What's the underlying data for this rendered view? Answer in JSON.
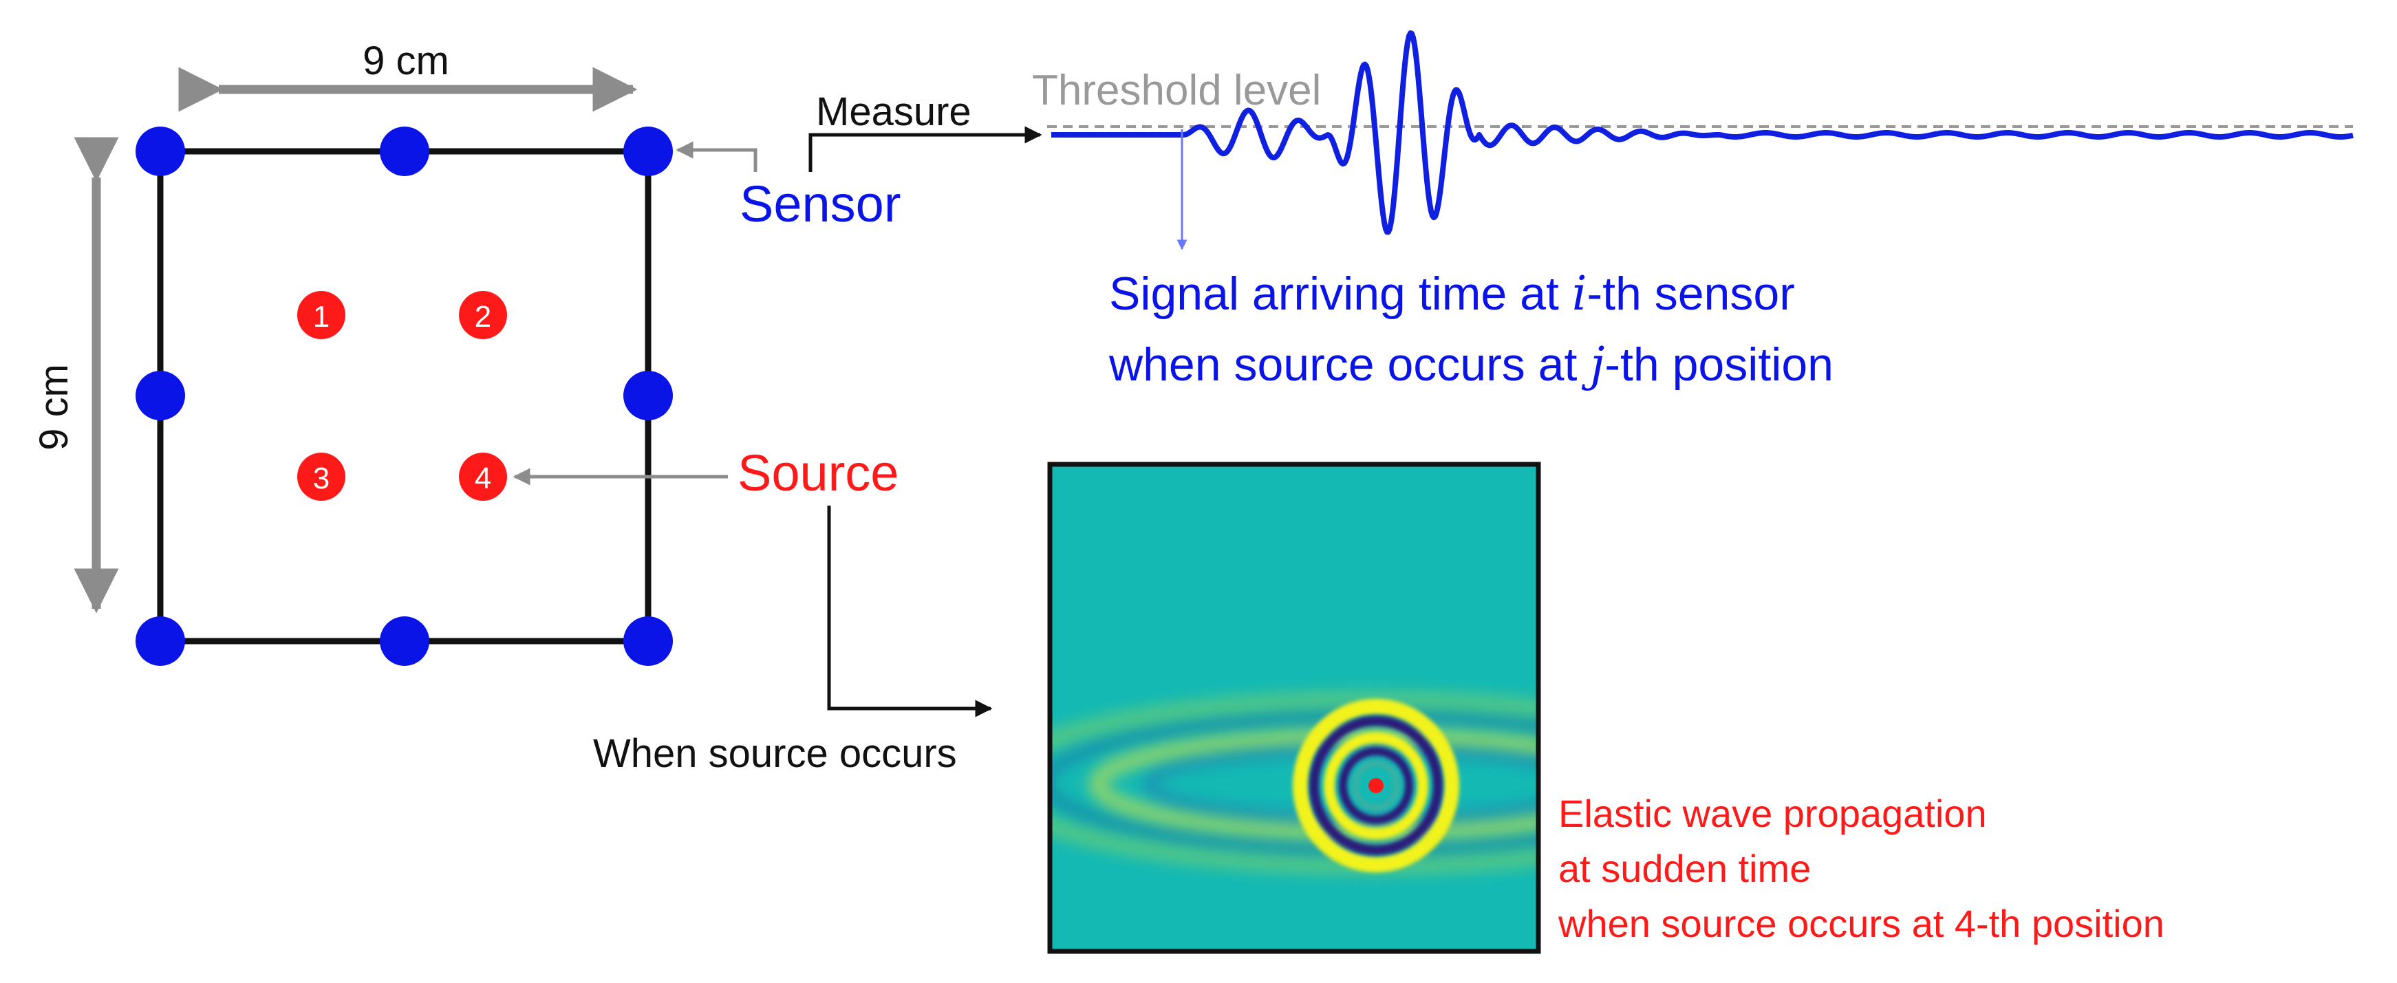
{
  "dimensions": {
    "width_label": "9 cm",
    "height_label": "9 cm"
  },
  "labels": {
    "measure": "Measure",
    "threshold": "Threshold level",
    "sensor": "Sensor",
    "source": "Source",
    "when_source_occurs": "When source occurs"
  },
  "signal_caption": {
    "line1_pre": "Signal arriving time at ",
    "line1_var": "i",
    "line1_post": "-th sensor",
    "line2_pre": "when source occurs at ",
    "line2_var": "j",
    "line2_post": "-th position"
  },
  "sources": [
    {
      "label": "1"
    },
    {
      "label": "2"
    },
    {
      "label": "3"
    },
    {
      "label": "4"
    }
  ],
  "elastic_caption": {
    "line1": "Elastic wave propagation",
    "line2": "at sudden time",
    "line3": "when source occurs at 4-th position"
  },
  "colors": {
    "sensor": "#0a14e6",
    "source": "#ff1a1a",
    "frame": "#111111",
    "arrow_gray": "#8c8c8c",
    "waveform": "#1020e0",
    "threshold": "#999999",
    "field_background": "#14b9b4",
    "wave_yellow": "#f2f21e",
    "wave_purple": "#2a1f7a"
  }
}
